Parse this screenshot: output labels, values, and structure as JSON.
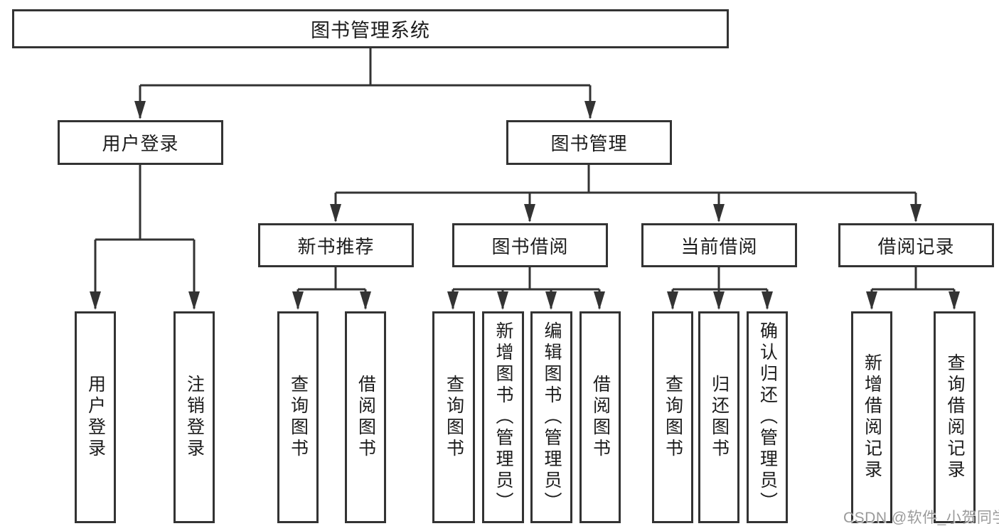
{
  "colors": {
    "line": "#333333",
    "box_border": "#333333",
    "watermark": "#919191"
  },
  "tree": {
    "root": "图书管理系统",
    "branches": [
      {
        "label": "用户登录",
        "children": [
          {
            "label": "用户登录"
          },
          {
            "label": "注销登录"
          }
        ]
      },
      {
        "label": "图书管理",
        "children": [
          {
            "label": "新书推荐",
            "children": [
              {
                "label": "查询图书"
              },
              {
                "label": "借阅图书"
              }
            ]
          },
          {
            "label": "图书借阅",
            "children": [
              {
                "label": "查询图书"
              },
              {
                "label": "新增图书（管理员）"
              },
              {
                "label": "编辑图书（管理员）"
              },
              {
                "label": "借阅图书"
              }
            ]
          },
          {
            "label": "当前借阅",
            "children": [
              {
                "label": "查询图书"
              },
              {
                "label": "归还图书"
              },
              {
                "label": "确认归还（管理员）"
              }
            ]
          },
          {
            "label": "借阅记录",
            "children": [
              {
                "label": "新增借阅记录"
              },
              {
                "label": "查询借阅记录"
              }
            ]
          }
        ]
      }
    ]
  },
  "watermark": {
    "text": "CSDN @软件_小贺同学"
  }
}
